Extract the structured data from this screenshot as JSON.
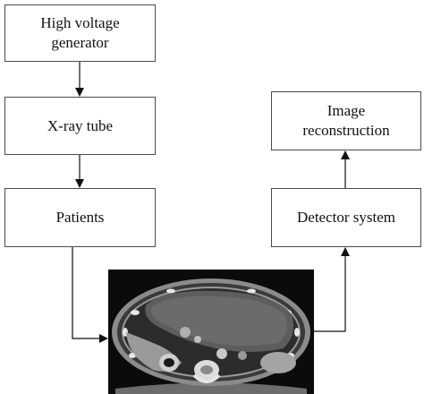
{
  "nodes": {
    "high_voltage_generator": "High voltage\ngenerator",
    "xray_tube": "X-ray tube",
    "patients": "Patients",
    "image_reconstruction": "Image\nreconstruction",
    "detector_system": "Detector system"
  },
  "edges": [
    {
      "from": "High voltage generator",
      "to": "X-ray tube"
    },
    {
      "from": "X-ray tube",
      "to": "Patients"
    },
    {
      "from": "Patients",
      "to": "CT scan image"
    },
    {
      "from": "CT scan image",
      "to": "Detector system"
    },
    {
      "from": "Detector system",
      "to": "Image reconstruction"
    }
  ],
  "colors": {
    "line": "#111111",
    "box_border": "#4a4a4a",
    "ct_background": "#0b0b0b"
  }
}
